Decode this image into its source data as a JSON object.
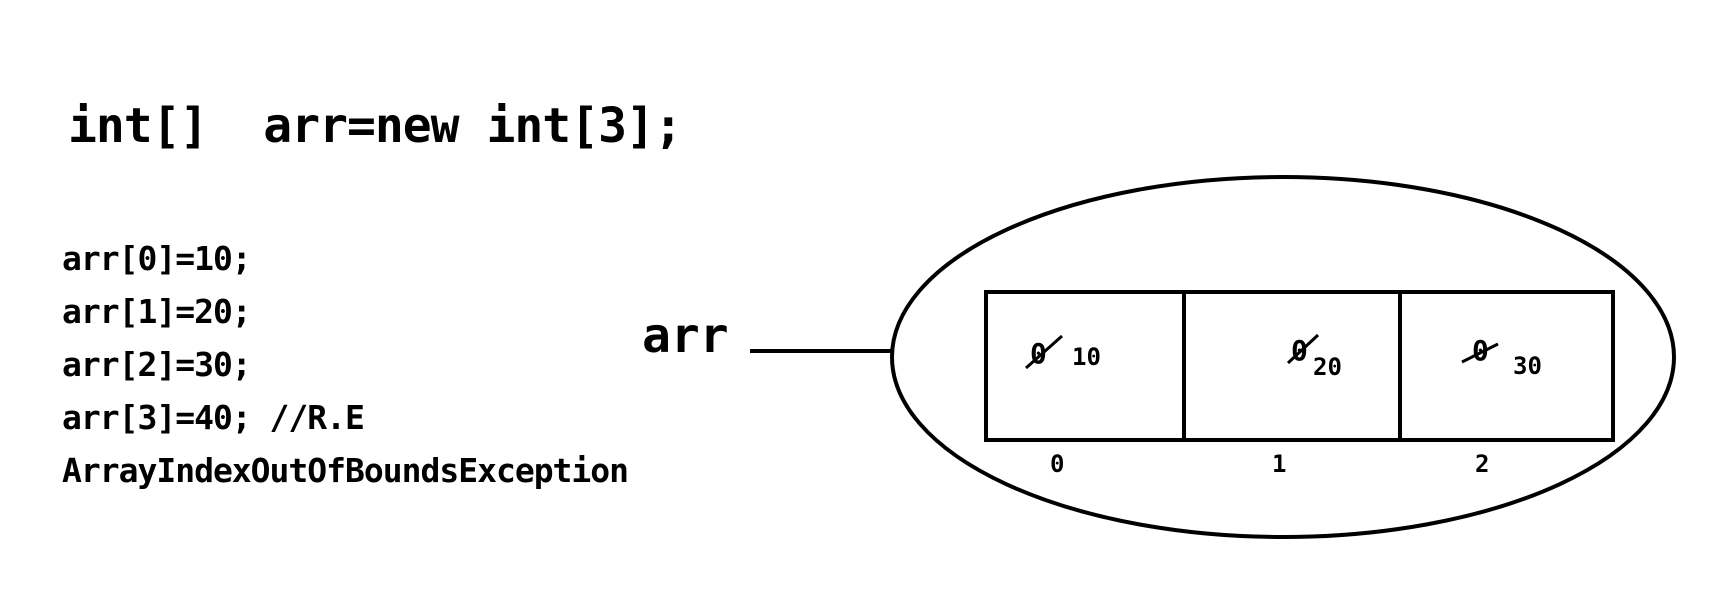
{
  "declaration": "int[]  arr=new int[3];",
  "code_lines": [
    "arr[0]=10;",
    "arr[1]=20;",
    "arr[2]=30;",
    "arr[3]=40; //R.E",
    "ArrayIndexOutOfBoundsException"
  ],
  "pointer_label": "arr",
  "array": {
    "cells": [
      {
        "old_value": "0",
        "new_value": "10",
        "index": "0"
      },
      {
        "old_value": "0",
        "new_value": "20",
        "index": "1"
      },
      {
        "old_value": "0",
        "new_value": "30",
        "index": "2"
      }
    ]
  }
}
